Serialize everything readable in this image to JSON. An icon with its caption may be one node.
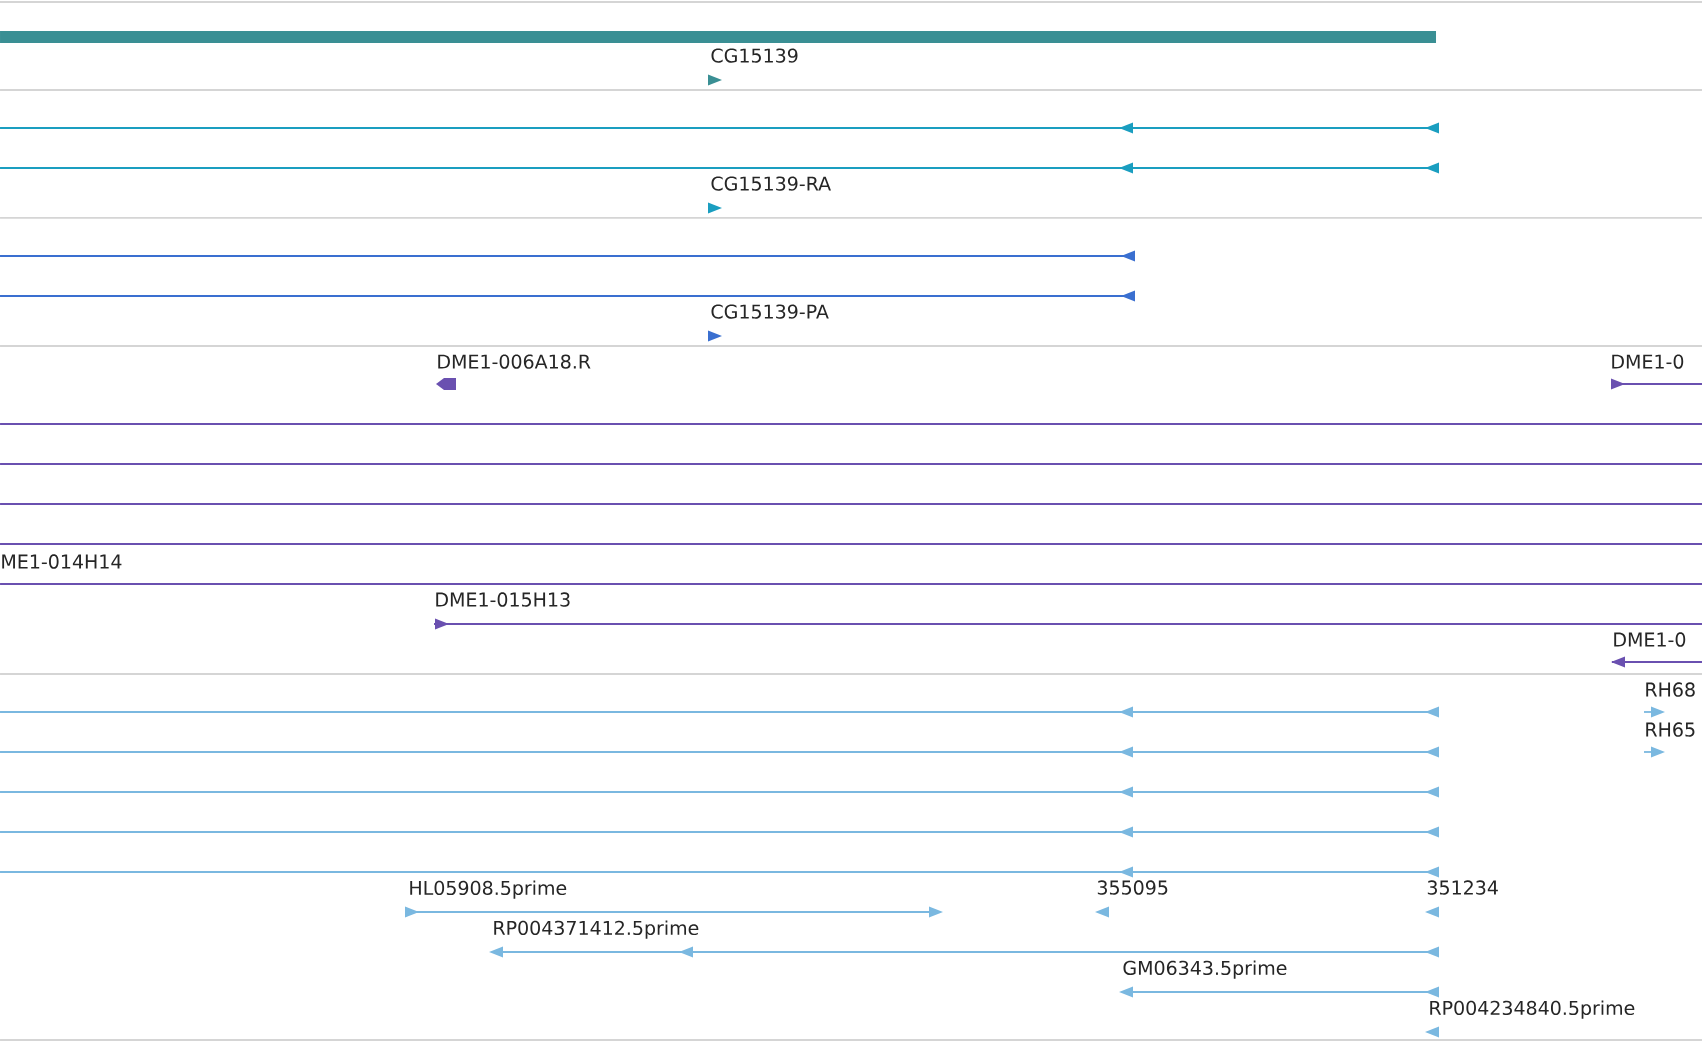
{
  "diagram": {
    "labels": [
      "CG15139",
      "CG15139-RA",
      "CG15139-PA",
      "DME1-006A18.R",
      "DME1-0",
      "ME1-014H14",
      "DME1-015H13",
      "DME1-0",
      "RH68",
      "RH65",
      "HL05908.5prime",
      "355095",
      "351234",
      "RP004371412.5prime",
      "GM06343.5prime",
      "RP004234840.5prime"
    ]
  }
}
